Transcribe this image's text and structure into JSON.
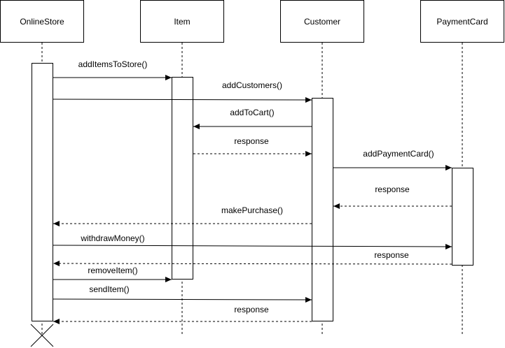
{
  "diagram": {
    "colors": {
      "stroke": "#000000",
      "fill": "#ffffff",
      "text": "#000000"
    },
    "participants": [
      {
        "id": "onlinestore",
        "label": "OnlineStore"
      },
      {
        "id": "item",
        "label": "Item"
      },
      {
        "id": "customer",
        "label": "Customer"
      },
      {
        "id": "paymentcard",
        "label": "PaymentCard"
      }
    ],
    "messages": [
      {
        "id": "add-items-to-store",
        "label": "addItemsToStore()",
        "from": "onlinestore",
        "to": "item",
        "style": "solid"
      },
      {
        "id": "add-customers",
        "label": "addCustomers()",
        "from": "onlinestore",
        "to": "customer",
        "style": "solid"
      },
      {
        "id": "add-to-cart",
        "label": "addToCart()",
        "from": "customer",
        "to": "item",
        "style": "solid"
      },
      {
        "id": "response-1",
        "label": "response",
        "from": "item",
        "to": "customer",
        "style": "dashed"
      },
      {
        "id": "add-payment-card",
        "label": "addPaymentCard()",
        "from": "customer",
        "to": "paymentcard",
        "style": "solid"
      },
      {
        "id": "response-2",
        "label": "response",
        "from": "paymentcard",
        "to": "customer",
        "style": "dashed"
      },
      {
        "id": "make-purchase",
        "label": "makePurchase()",
        "from": "customer",
        "to": "onlinestore",
        "style": "dashed"
      },
      {
        "id": "withdraw-money",
        "label": "withdrawMoney()",
        "from": "onlinestore",
        "to": "paymentcard",
        "style": "solid"
      },
      {
        "id": "response-3",
        "label": "response",
        "from": "paymentcard",
        "to": "onlinestore",
        "style": "dashed"
      },
      {
        "id": "remove-item",
        "label": "removeItem()",
        "from": "onlinestore",
        "to": "item",
        "style": "solid"
      },
      {
        "id": "send-item",
        "label": "sendItem()",
        "from": "onlinestore",
        "to": "customer",
        "style": "solid"
      },
      {
        "id": "response-4",
        "label": "response",
        "from": "customer",
        "to": "onlinestore",
        "style": "dashed"
      }
    ],
    "terminations": [
      {
        "participant": "onlinestore",
        "symbol": "destroy-x"
      }
    ]
  }
}
